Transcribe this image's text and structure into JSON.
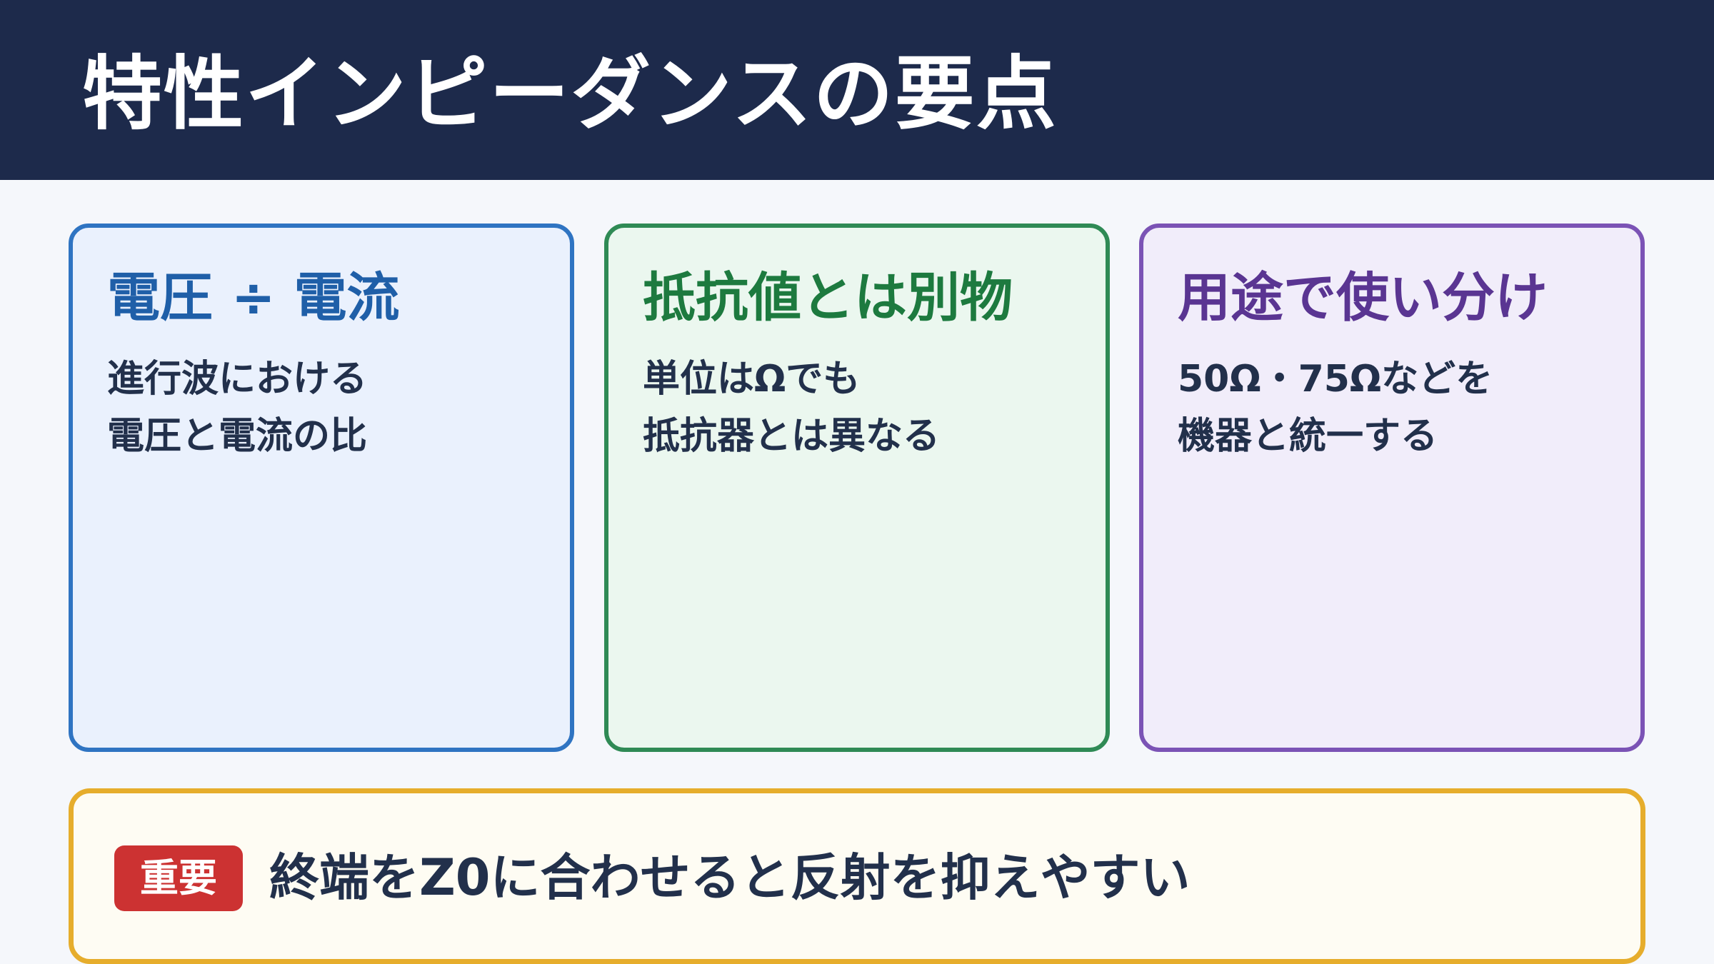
{
  "slide": {
    "title": "特性インピーダンスの要点"
  },
  "cards": [
    {
      "heading": "電圧 ÷ 電流",
      "lines": [
        "進行波における",
        "電圧と電流の比"
      ],
      "accent": "#2f74c2"
    },
    {
      "heading": "抵抗値とは別物",
      "lines": [
        "単位はΩでも",
        "抵抗器とは異なる"
      ],
      "accent": "#2f8a55"
    },
    {
      "heading": "用途で使い分け",
      "lines": [
        "50Ω・75Ωなどを",
        "機器と統一する"
      ],
      "accent": "#7b53b5"
    }
  ],
  "note": {
    "badge": "重要",
    "text": "終端をZ0に合わせると反射を抑えやすい",
    "accent": "#e6ad2c",
    "badge_color": "#cc3232"
  }
}
